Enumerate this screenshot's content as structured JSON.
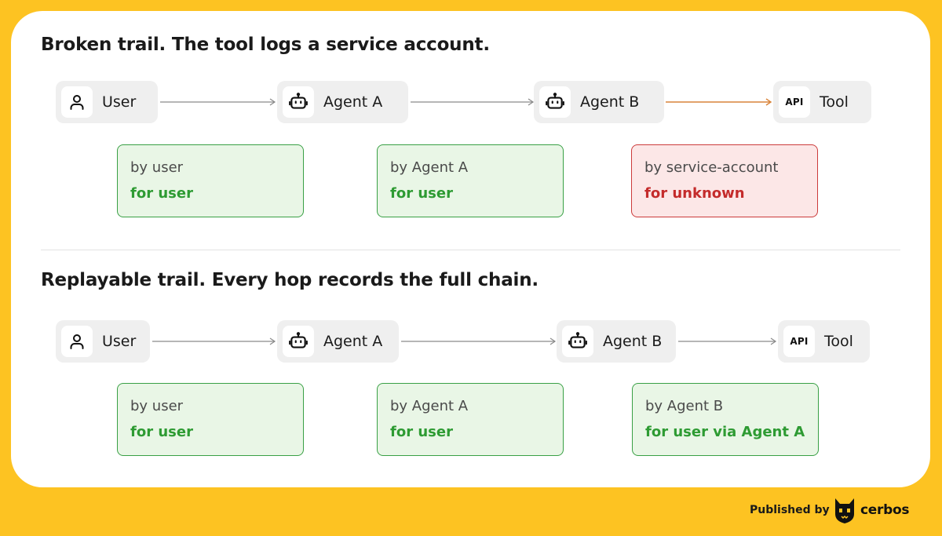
{
  "sections": [
    {
      "title": "Broken trail. The tool logs a service account.",
      "nodes": [
        {
          "label": "User",
          "icon": "user-icon"
        },
        {
          "label": "Agent A",
          "icon": "robot-icon"
        },
        {
          "label": "Agent B",
          "icon": "robot-icon"
        },
        {
          "label": "Tool",
          "icon": "api-icon",
          "icon_text": "API"
        }
      ],
      "boxes": [
        {
          "by": "by user",
          "for": "for user",
          "status": "ok"
        },
        {
          "by": "by Agent A",
          "for": "for user",
          "status": "ok"
        },
        {
          "by": "by service-account",
          "for": "for unknown",
          "status": "bad"
        }
      ]
    },
    {
      "title": "Replayable trail. Every hop records the full chain.",
      "nodes": [
        {
          "label": "User",
          "icon": "user-icon"
        },
        {
          "label": "Agent A",
          "icon": "robot-icon"
        },
        {
          "label": "Agent B",
          "icon": "robot-icon"
        },
        {
          "label": "Tool",
          "icon": "api-icon",
          "icon_text": "API"
        }
      ],
      "boxes": [
        {
          "by": "by user",
          "for": "for user",
          "status": "ok"
        },
        {
          "by": "by Agent A",
          "for": "for user",
          "status": "ok"
        },
        {
          "by": "by Agent B",
          "for": "for user via Agent A",
          "status": "ok"
        }
      ]
    }
  ],
  "footer": {
    "published_by": "Published by",
    "brand": "cerbos"
  },
  "colors": {
    "background": "#FDC322",
    "ok_border": "#39A045",
    "ok_text": "#2E9B33",
    "ok_fill": "#E9F6E6",
    "bad_border": "#CC3B3B",
    "bad_text": "#C42B2B",
    "bad_fill": "#FCE7E7",
    "arrow": "#8a8a8a",
    "arrow_highlight": "#D9843A"
  }
}
